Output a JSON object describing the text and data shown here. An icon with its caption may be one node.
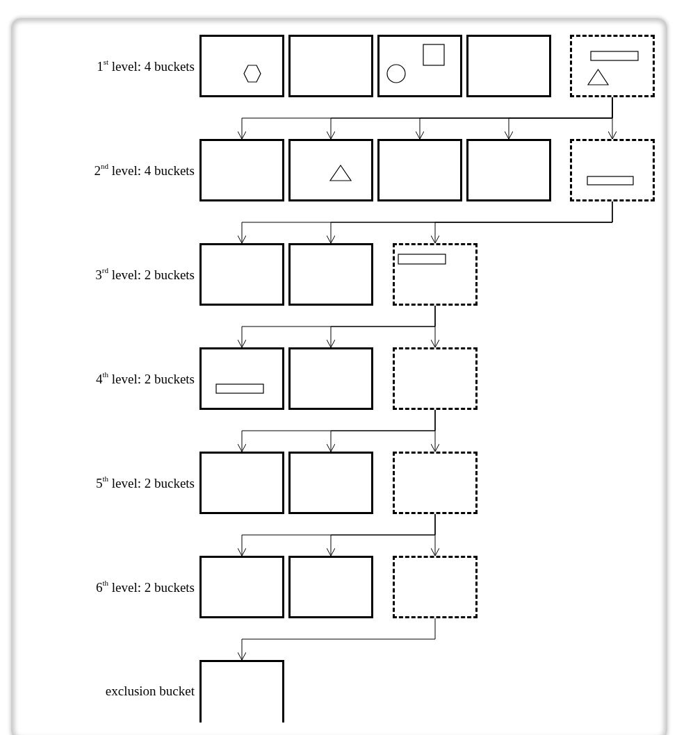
{
  "diagram": {
    "nodes": [
      {
        "text": [],
        "shape": "box"
      },
      {
        "text": [],
        "shape": "box"
      },
      {
        "text": [],
        "shape": "box"
      },
      {
        "text": [],
        "shape": "box"
      },
      {
        "text": [],
        "shape": "box"
      },
      {
        "text": [],
        "shape": "box"
      },
      {
        "text": [],
        "shape": "box"
      },
      {
        "text": [],
        "shape": "box"
      },
      {
        "text": [],
        "shape": "box"
      },
      {
        "text": [],
        "shape": "box"
      },
      {
        "text": [],
        "shape": "box"
      },
      {
        "text": [],
        "shape": "box"
      },
      {
        "text": [],
        "shape": "box"
      },
      {
        "text": [],
        "shape": "box"
      },
      {
        "text": [],
        "shape": "box"
      },
      {
        "text": [],
        "shape": "box"
      },
      {
        "text": [],
        "shape": "box"
      },
      {
        "text": [],
        "shape": "box"
      },
      {
        "text": [],
        "shape": "box"
      },
      {
        "text": [],
        "shape": "box"
      },
      {
        "text": [],
        "shape": "box"
      },
      {
        "text": [],
        "shape": "box"
      },
      {
        "text": [],
        "shape": "box"
      }
    ],
    "edges": [
      {
        "from": 4,
        "to": 5,
        "arrow": "to"
      },
      {
        "from": 4,
        "to": 6,
        "arrow": "to"
      },
      {
        "from": 4,
        "to": 7,
        "arrow": "to"
      },
      {
        "from": 4,
        "to": 8,
        "arrow": "to"
      },
      {
        "from": 4,
        "to": 9,
        "arrow": "to"
      },
      {
        "from": 9,
        "to": 10,
        "arrow": "to"
      },
      {
        "from": 9,
        "to": 11,
        "arrow": "to"
      },
      {
        "from": 9,
        "to": 12,
        "arrow": "to"
      },
      {
        "from": 12,
        "to": 13,
        "arrow": "to"
      },
      {
        "from": 12,
        "to": 14,
        "arrow": "to"
      },
      {
        "from": 12,
        "to": 15,
        "arrow": "to"
      },
      {
        "from": 15,
        "to": 16,
        "arrow": "to"
      },
      {
        "from": 15,
        "to": 17,
        "arrow": "to"
      },
      {
        "from": 15,
        "to": 18,
        "arrow": "to"
      },
      {
        "from": 18,
        "to": 19,
        "arrow": "to"
      },
      {
        "from": 18,
        "to": 20,
        "arrow": "to"
      },
      {
        "from": 18,
        "to": 21,
        "arrow": "to"
      },
      {
        "from": 21,
        "to": 22,
        "arrow": "to"
      }
    ],
    "labels": [
      "1$^{st}$ level: 4 buckets",
      "2$^{nd}$ level: 4 buckets",
      "3$^{rd}$ level: 2 buckets",
      "4$^{th}$ level: 2 buckets",
      "5$^{th}$ level: 2 buckets",
      "6$^{th}$ level: 2 buckets",
      "exclusion bucket"
    ]
  }
}
